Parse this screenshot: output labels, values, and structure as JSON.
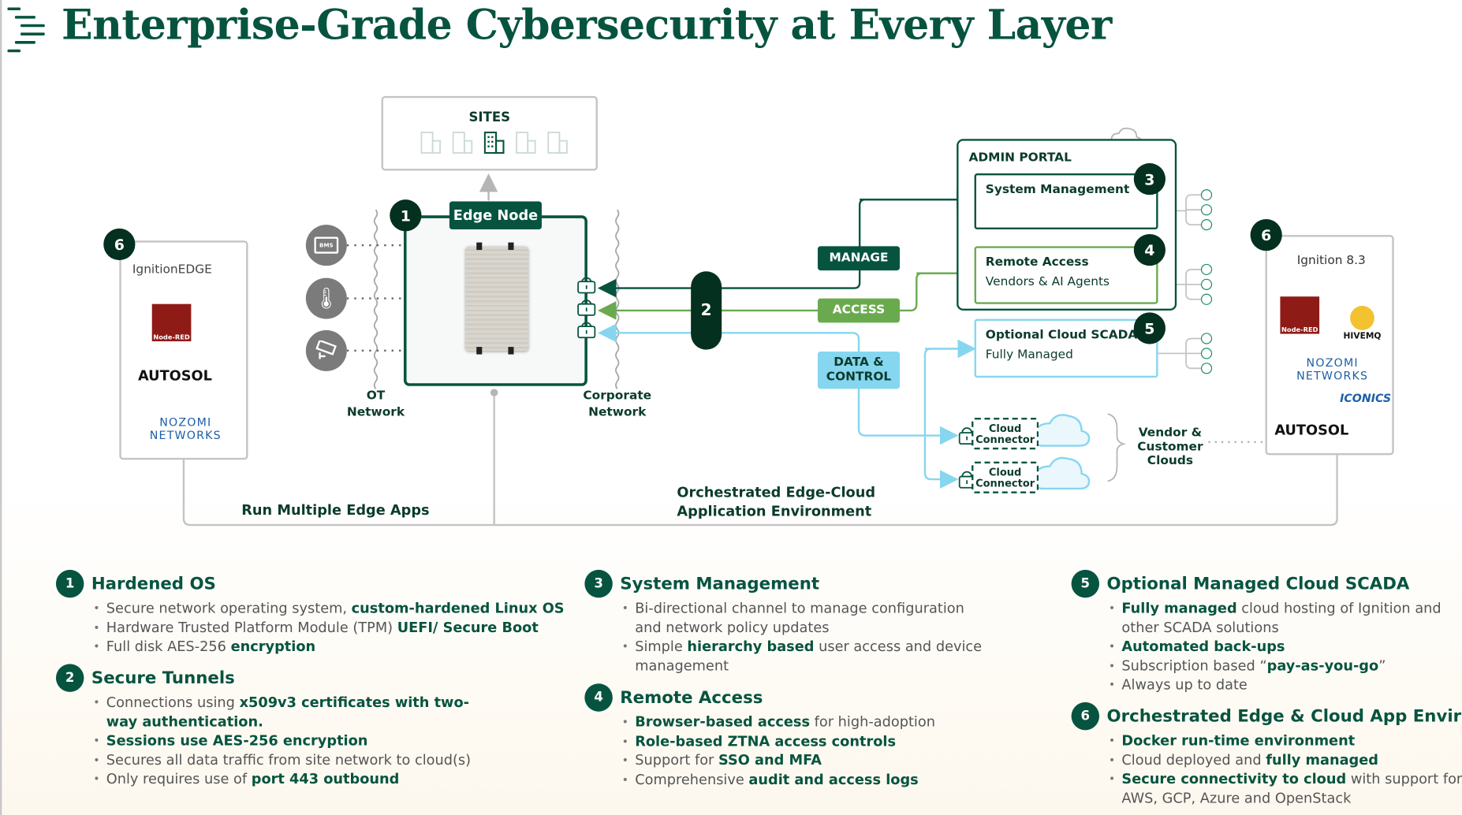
{
  "title": "Enterprise-Grade Cybersecurity at Every Layer",
  "colors": {
    "brand_green": "#06543f",
    "dark_badge": "#04301f",
    "access_green": "#6aaa4f",
    "data_blue": "#86d6f0",
    "neutral_border": "#c4c4c4"
  },
  "diagram": {
    "sites": {
      "label": "SITES",
      "icon": "building-icon",
      "count": 5
    },
    "edge_node": {
      "label": "Edge Node",
      "badge": "1"
    },
    "ot_devices": [
      {
        "icon": "bms-laptop-icon",
        "text": "BMS"
      },
      {
        "icon": "thermometer-icon",
        "text": ""
      },
      {
        "icon": "camera-icon",
        "text": ""
      }
    ],
    "ot_network": "OT\nNetwork",
    "corporate_network": "Corporate\nNetwork",
    "tunnel_badge": "2",
    "channels": {
      "manage": "MANAGE",
      "access": "ACCESS",
      "data_control": "DATA &\nCONTROL"
    },
    "admin_portal": {
      "label": "ADMIN PORTAL",
      "system_management": {
        "title": "System Management",
        "badge": "3"
      },
      "remote_access": {
        "title": "Remote Access",
        "subtitle": "Vendors & AI Agents",
        "badge": "4"
      }
    },
    "cloud_scada": {
      "title": "Optional Cloud SCADA",
      "subtitle": "Fully Managed",
      "badge": "5"
    },
    "cloud_connectors": [
      "Cloud\nConnector",
      "Cloud\nConnector"
    ],
    "vendor_clouds": "Vendor &\nCustomer\nClouds",
    "left_apps": {
      "badge": "6",
      "logos": [
        "IgnitionEDGE",
        "Node-RED",
        "AUTOSOL",
        "NOZOMI NETWORKS"
      ]
    },
    "right_apps": {
      "badge": "6",
      "logos": [
        "Ignition 8.3",
        "Node-RED",
        "HIVEMQ",
        "NOZOMI NETWORKS",
        "ICONICS",
        "AUTOSOL"
      ]
    },
    "run_multiple": "Run Multiple Edge Apps",
    "orchestrated": "Orchestrated Edge-Cloud\nApplication Environment"
  },
  "sections": [
    {
      "num": "1",
      "title": "Hardened OS",
      "bullets": [
        [
          {
            "t": "Secure network operating system, "
          },
          {
            "b": "custom-hardened Linux OS"
          }
        ],
        [
          {
            "t": "Hardware Trusted Platform Module (TPM) "
          },
          {
            "b": "UEFI/ Secure Boot"
          }
        ],
        [
          {
            "t": "Full disk AES-256 "
          },
          {
            "b": "encryption"
          }
        ]
      ]
    },
    {
      "num": "2",
      "title": "Secure Tunnels",
      "bullets": [
        [
          {
            "t": "Connections using "
          },
          {
            "b": "x509v3 certificates with two-way authentication."
          }
        ],
        [
          {
            "b": "Sessions use AES-256 encryption"
          }
        ],
        [
          {
            "t": "Secures all data traffic from site network to cloud(s)"
          }
        ],
        [
          {
            "t": "Only requires use of "
          },
          {
            "b": "port 443 outbound"
          }
        ]
      ]
    },
    {
      "num": "3",
      "title": "System Management",
      "bullets": [
        [
          {
            "t": "Bi-directional channel to manage configuration and network policy updates"
          }
        ],
        [
          {
            "t": "Simple "
          },
          {
            "b": "hierarchy based"
          },
          {
            "t": " user access and device management"
          }
        ]
      ]
    },
    {
      "num": "4",
      "title": "Remote Access",
      "bullets": [
        [
          {
            "b": "Browser-based access"
          },
          {
            "t": " for high-adoption"
          }
        ],
        [
          {
            "b": "Role-based ZTNA access controls"
          }
        ],
        [
          {
            "t": "Support for "
          },
          {
            "b": "SSO and MFA"
          }
        ],
        [
          {
            "t": "Comprehensive "
          },
          {
            "b": "audit and access logs"
          }
        ]
      ]
    },
    {
      "num": "5",
      "title": "Optional Managed Cloud SCADA",
      "bullets": [
        [
          {
            "b": "Fully managed"
          },
          {
            "t": " cloud hosting of Ignition and other SCADA  solutions"
          }
        ],
        [
          {
            "b": "Automated back-ups"
          }
        ],
        [
          {
            "t": "Subscription based “"
          },
          {
            "b": "pay-as-you-go"
          },
          {
            "t": "”"
          }
        ],
        [
          {
            "t": "Always up to date"
          }
        ]
      ]
    },
    {
      "num": "6",
      "title": "Orchestrated Edge & Cloud App Environment",
      "bullets": [
        [
          {
            "b": "Docker run-time environment"
          }
        ],
        [
          {
            "t": "Cloud deployed and "
          },
          {
            "b": "fully managed"
          }
        ],
        [
          {
            "b": "Secure connectivity to cloud"
          },
          {
            "t": " with support for AWS, GCP, Azure and OpenStack"
          }
        ]
      ]
    }
  ]
}
